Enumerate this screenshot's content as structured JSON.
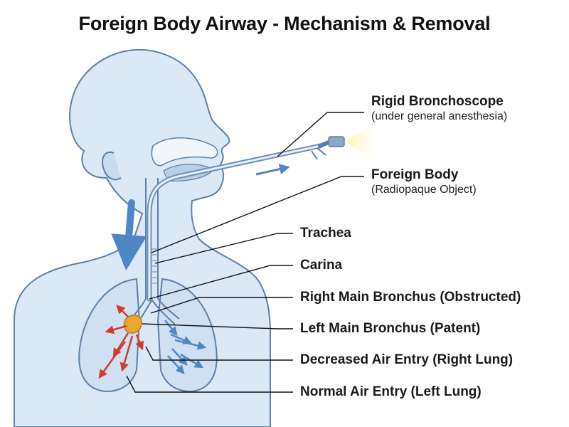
{
  "title": "Foreign Body Airway - Mechanism & Removal",
  "colors": {
    "body_fill": "#dbe9f6",
    "body_stroke": "#5d7fa6",
    "air_flow_blue": "#4f86c6",
    "obstruction_red": "#d33a2c",
    "foreign_body": "#e8a72e",
    "leader_line": "#111111"
  },
  "labels": {
    "rigid_bronchoscope": {
      "main": "Rigid Bronchoscope",
      "sub": "(under general anesthesia)"
    },
    "foreign_body": {
      "main": "Foreign Body",
      "sub": "(Radiopaque Object)"
    },
    "trachea": {
      "main": "Trachea"
    },
    "carina": {
      "main": "Carina"
    },
    "right_main_bronchus": {
      "main": "Right Main Bronchus (Obstructed)"
    },
    "left_main_bronchus": {
      "main": "Left Main Bronchus (Patent)"
    },
    "decreased_air_entry": {
      "main": "Decreased Air Entry (Right Lung)"
    },
    "normal_air_entry": {
      "main": "Normal Air Entry (Left Lung)"
    }
  }
}
